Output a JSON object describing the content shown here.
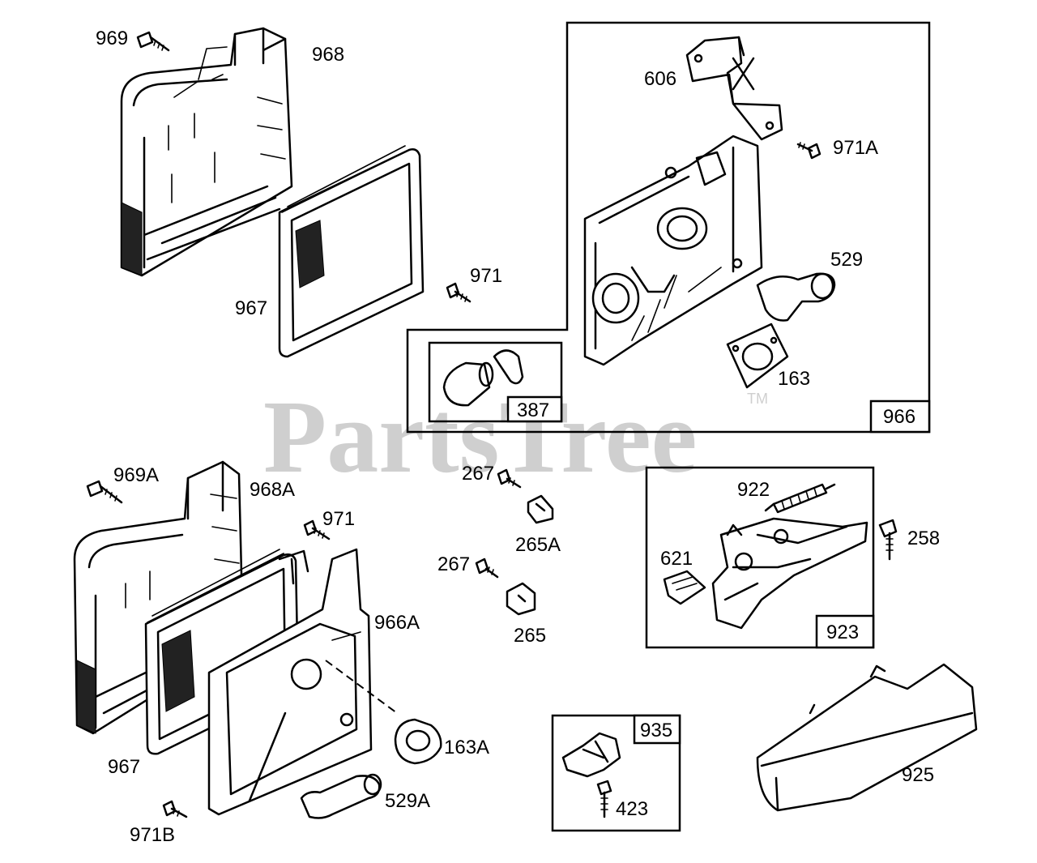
{
  "watermark": {
    "text": "PartsTree",
    "trademark": "TM"
  },
  "labels": {
    "969": "969",
    "968": "968",
    "967_top": "967",
    "971_top": "971",
    "606": "606",
    "971A": "971A",
    "529": "529",
    "163": "163",
    "969A": "969A",
    "968A": "968A",
    "971_bottom": "971",
    "966A": "966A",
    "967_bottom": "967",
    "971B": "971B",
    "163A": "163A",
    "529A": "529A",
    "267_top": "267",
    "265A": "265A",
    "267_bottom": "267",
    "265": "265",
    "922": "922",
    "621": "621",
    "258": "258",
    "423": "423",
    "925": "925"
  },
  "boxes": {
    "966": "966",
    "387": "387",
    "923": "923",
    "935": "935"
  }
}
